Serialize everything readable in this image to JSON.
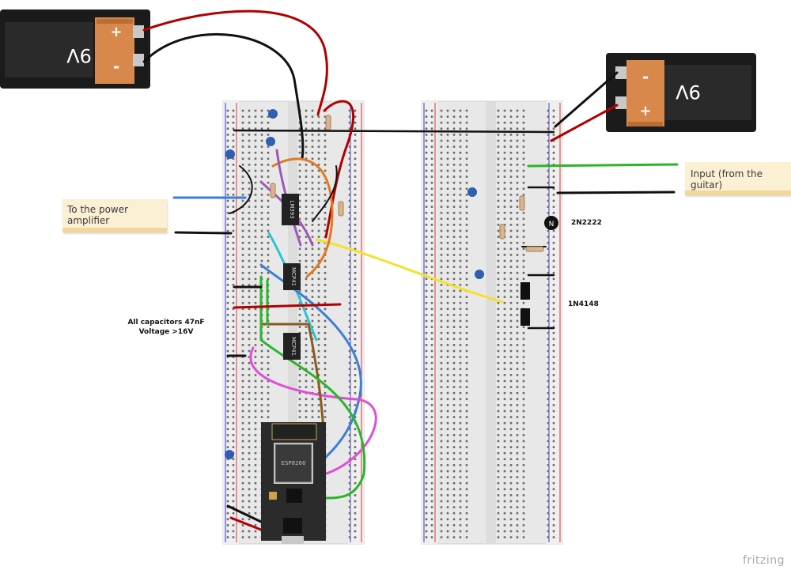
{
  "notes": {
    "power_amp": "To the power amplifier",
    "guitar_input": "Input (from the guitar)",
    "capacitors_line1": "All capacitors 47nF",
    "capacitors_line2": "Voltage >16V"
  },
  "components": {
    "transistor_label": "2N2222",
    "diode_label": "1N4148",
    "ic_lm": "LM393",
    "ic_mcp_a": "MCP41",
    "ic_mcp_b": "MCP41",
    "battery_label": "9V",
    "battery_plus": "+",
    "battery_minus": "-",
    "mcu_label": "ESP8266"
  },
  "brand": "fritzing",
  "colors": {
    "breadboard": "#e8e8e8",
    "rail_red": "#d33",
    "rail_blue": "#33d",
    "wire_red": "#b00000",
    "wire_black": "#111111",
    "wire_blue": "#3a7fd6",
    "wire_yellow": "#f5e12a",
    "wire_green": "#2ab52a",
    "wire_pink": "#e04ed6",
    "wire_brown": "#8a5a1e",
    "wire_orange": "#e07a1e",
    "wire_purple": "#9b59b6",
    "wire_cyan": "#2ec4d6",
    "battery_orange": "#d8884a",
    "capacitor_blue": "#2e5fb0"
  }
}
